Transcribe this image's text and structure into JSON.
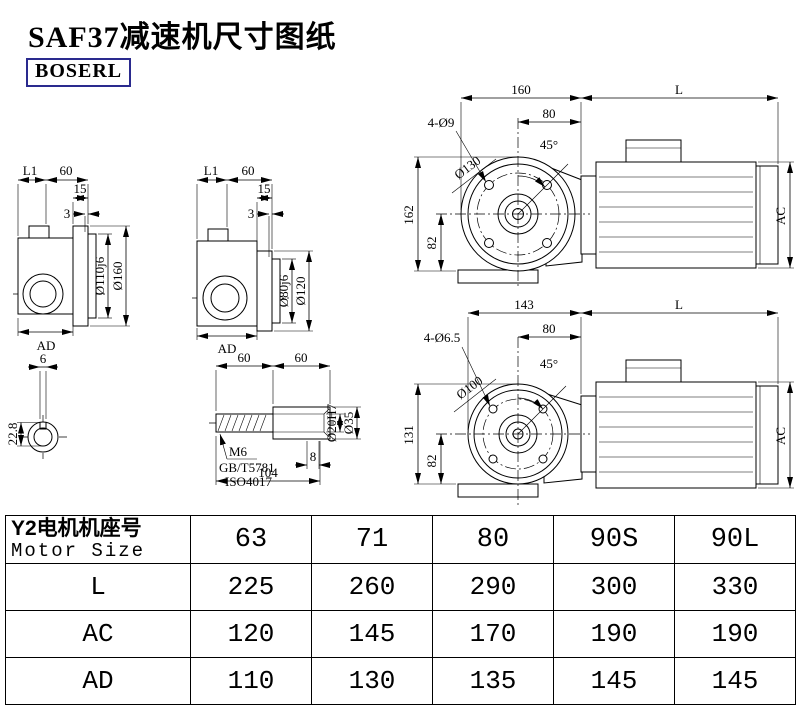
{
  "page": {
    "title": "SAF37减速机尺寸图纸",
    "brand": "BOSERL"
  },
  "views": {
    "side_large": {
      "l1": "L1",
      "d60": "60",
      "d15": "15",
      "d3": "3",
      "bore": "Ø110j6",
      "flange": "Ø160",
      "ad": "AD"
    },
    "side_small": {
      "l1": "L1",
      "d60": "60",
      "d15": "15",
      "d3": "3",
      "bore": "Ø80j6",
      "flange": "Ø120",
      "ad": "AD"
    },
    "front_top": {
      "w": "160",
      "l": "L",
      "holes": "4-Ø9",
      "half": "80",
      "angle": "45°",
      "bolt_circle": "Ø130",
      "height": "162",
      "half_h": "82",
      "ac": "AC"
    },
    "front_bottom": {
      "w": "143",
      "l": "L",
      "holes": "4-Ø6.5",
      "half": "80",
      "angle": "45°",
      "bolt_circle": "Ø100",
      "height": "131",
      "half_h": "82",
      "ac": "AC"
    },
    "shaft_end": {
      "key": "6",
      "depth": "22.8"
    },
    "shaft_detail": {
      "seg1": "60",
      "seg2": "60",
      "thread": "M6",
      "std1": "GB/T5781",
      "std2": "ISO4017",
      "d8": "8",
      "len": "104",
      "bore": "Ø20H7",
      "od": "Ø35"
    }
  },
  "table": {
    "header_cn": "Y2电机机座号",
    "header_en": "Motor Size",
    "columns": [
      "63",
      "71",
      "80",
      "90S",
      "90L"
    ],
    "rows": [
      {
        "label": "L",
        "values": [
          "225",
          "260",
          "290",
          "300",
          "330"
        ]
      },
      {
        "label": "AC",
        "values": [
          "120",
          "145",
          "170",
          "190",
          "190"
        ]
      },
      {
        "label": "AD",
        "values": [
          "110",
          "130",
          "135",
          "145",
          "145"
        ]
      }
    ]
  }
}
